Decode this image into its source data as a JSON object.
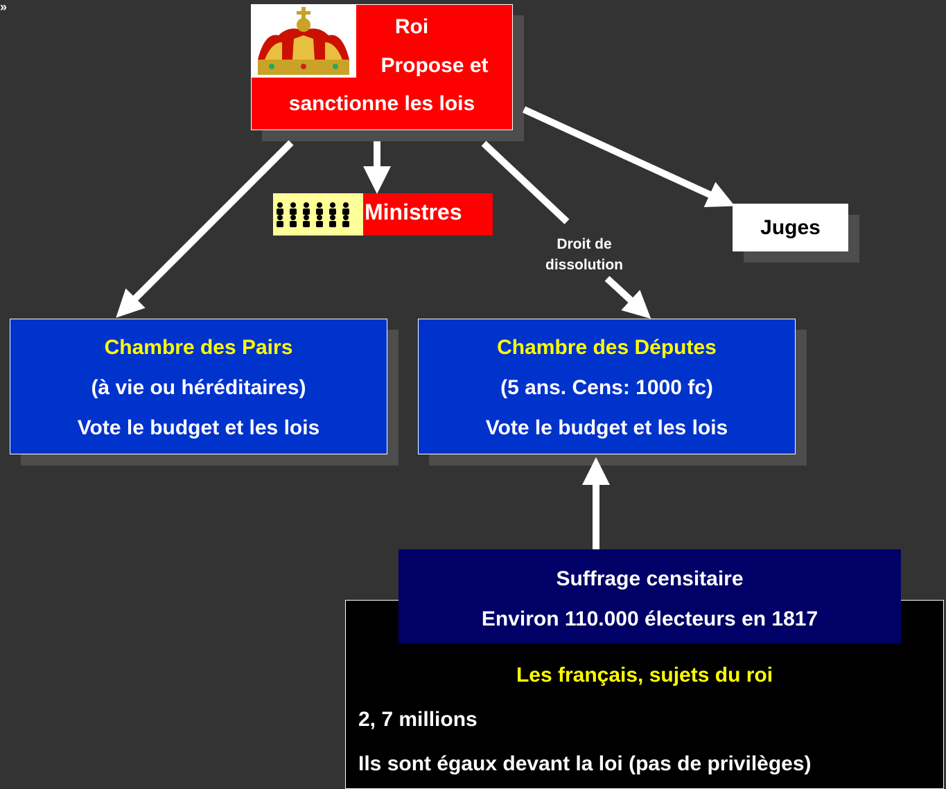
{
  "corner_mark": "»",
  "roi": {
    "title": "Roi",
    "line2": "Propose et",
    "line3": "sanctionne les lois",
    "image": "crown-icon"
  },
  "ministres": {
    "label": "Ministres",
    "icon": "people-group-icon"
  },
  "dissolution": {
    "line1": "Droit de",
    "line2": "dissolution"
  },
  "juges": {
    "label": "Juges"
  },
  "pairs": {
    "title": "Chambre des Pairs",
    "line2": "(à vie ou héréditaires)",
    "line3": "Vote le budget et les lois"
  },
  "deputes": {
    "title": "Chambre des Députes",
    "line2": "(5 ans. Cens: 1000 fc)",
    "line3": "Vote le budget et les lois"
  },
  "suffrage": {
    "title": "Suffrage censitaire",
    "line2": "Environ 110.000 électeurs en 1817"
  },
  "peuple": {
    "title": "Les français, sujets du roi",
    "line2": "2, 7 millions",
    "line3": "Ils sont égaux devant la loi (pas de privilèges)"
  },
  "colors": {
    "background": "#333333",
    "roi": "#ff0000",
    "chambre": "#0033cc",
    "suffrage": "#000066",
    "highlight": "#ffff00"
  }
}
